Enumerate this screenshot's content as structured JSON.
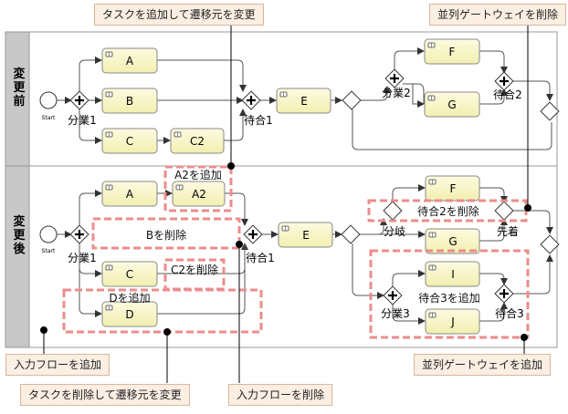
{
  "before": {
    "lane_label": "変更前",
    "start": "Start",
    "tasks": {
      "A": "A",
      "B": "B",
      "C": "C",
      "C2": "C2",
      "E": "E",
      "F": "F",
      "G": "G"
    },
    "gateways": {
      "split1": "分業1",
      "join1": "待合1",
      "split2": "分業2",
      "join2": "待合2"
    }
  },
  "after": {
    "lane_label": "変更後",
    "start": "Start",
    "tasks": {
      "A": "A",
      "A2": "A2",
      "C": "C",
      "D": "D",
      "E": "E",
      "F": "F",
      "G": "G",
      "I": "I",
      "J": "J"
    },
    "gateways": {
      "split1": "分業1",
      "join1": "待合1",
      "branch": "分岐",
      "first": "先着",
      "split3": "分業3",
      "join3": "待合3"
    },
    "change_notes": {
      "add_a2": "A2を追加",
      "delete_b": "Bを削除",
      "delete_c2": "C2を削除",
      "add_d": "Dを追加",
      "delete_join2": "待合2を削除",
      "add_join3": "待合3を追加"
    }
  },
  "callouts": {
    "top_left": "タスクを追加して遷移元を変更",
    "top_right": "並列ゲートウェイを削除",
    "add_flow": "入力フローを追加",
    "delete_task": "タスクを削除して遷移元を変更",
    "delete_flow": "入力フローを削除",
    "add_gateway": "並列ゲートウェイを追加"
  },
  "colors": {
    "task_fill": "#f9f7c9",
    "lane_header": "#c8c8c8",
    "highlight": "#ec8c8c",
    "callout_fill": "#fbeee3"
  }
}
